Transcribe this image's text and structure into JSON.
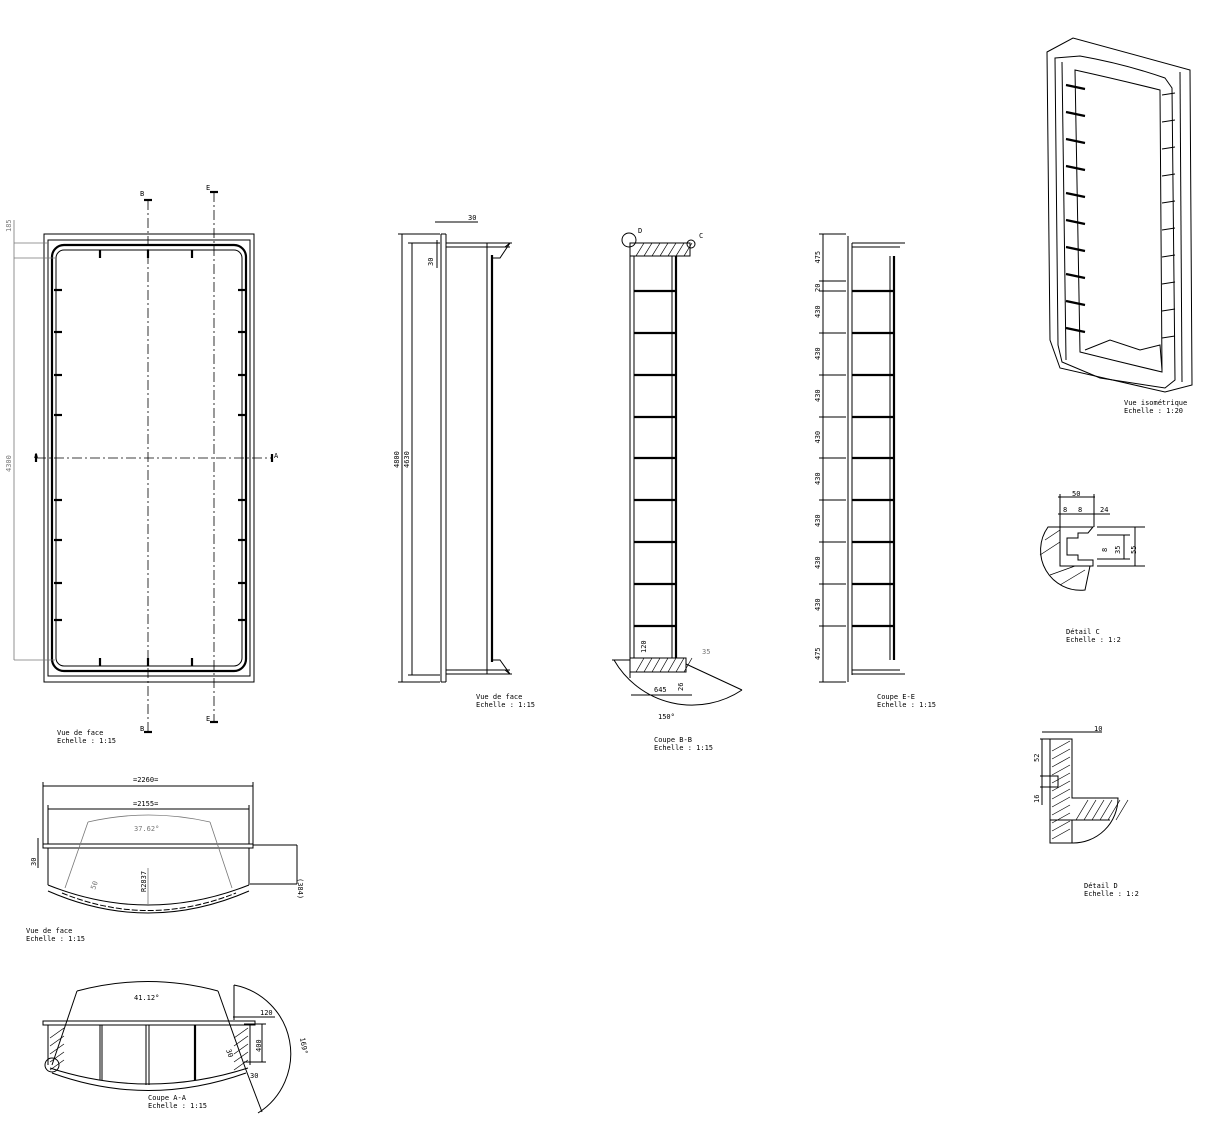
{
  "views": {
    "front": {
      "caption": "Vue de face",
      "scale": "Echelle :  1:15",
      "section_labels": {
        "b_top": "B",
        "e_top": "E",
        "a_left": "A",
        "a_right": "A",
        "b_bottom": "B",
        "e_bottom": "E"
      },
      "dims": {
        "top": "185",
        "height": "4300"
      }
    },
    "side": {
      "caption": "Vue de face",
      "scale": "Echelle :  1:15",
      "dims": {
        "top_thk": "30",
        "flange": "30",
        "overall": "4800",
        "inner": "4630"
      }
    },
    "section_bb": {
      "caption": "Coupe B-B",
      "scale": "Echelle :  1:15",
      "dims": {
        "base": "120",
        "width": "645",
        "gap": "26",
        "lip": "35",
        "angle": "150°"
      },
      "detail_labels": {
        "d": "D",
        "c": "C"
      }
    },
    "section_ee": {
      "caption": "Coupe E-E",
      "scale": "Echelle :  1:15",
      "dims": [
        "475",
        "20",
        "430",
        "430",
        "430",
        "430",
        "430",
        "430",
        "430",
        "430",
        "475"
      ]
    },
    "isometric": {
      "caption": "Vue isométrique",
      "scale": "Echelle :  1:20"
    },
    "detail_c": {
      "caption": "Détail C",
      "scale": "Echelle :  1:2",
      "dims": {
        "w": "50",
        "a": "8",
        "b": "8",
        "c": "24",
        "d": "8",
        "e": "35",
        "f": "55"
      }
    },
    "detail_d": {
      "caption": "Détail D",
      "scale": "Echelle :  1:2",
      "dims": {
        "w": "10",
        "h1": "52",
        "h2": "16"
      }
    },
    "plan": {
      "caption": "Vue de face",
      "scale": "Echelle :  1:15",
      "dims": {
        "outer": "=2260=",
        "inner": "=2155=",
        "angle": "37.62°",
        "thk": "30",
        "depth": "(384)",
        "radius": "R2837",
        "band": "50"
      }
    },
    "section_aa": {
      "caption": "Coupe A-A",
      "scale": "Echelle :  1:15",
      "dims": {
        "angle": "41.12°",
        "lip": "120",
        "height": "400",
        "a": "30",
        "b": "30",
        "arc": "169°"
      }
    }
  }
}
